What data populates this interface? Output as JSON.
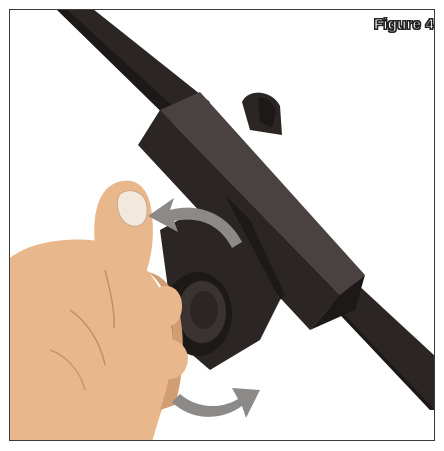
{
  "figure": {
    "label": "Figure 4"
  },
  "colors": {
    "blade_body": "#2b2523",
    "blade_shadow": "#1d1918",
    "blade_highlight": "#4a4240",
    "skin": "#e9b78c",
    "skin_shadow": "#d29d72",
    "nail": "#f2e8dc",
    "arrow": "#8c8a88",
    "border": "#3a3a3a"
  },
  "illustration": {
    "subject": "wiper-blade-adapter-removal",
    "arrows": [
      "arrow-upper-rotate",
      "arrow-lower-rotate"
    ]
  }
}
